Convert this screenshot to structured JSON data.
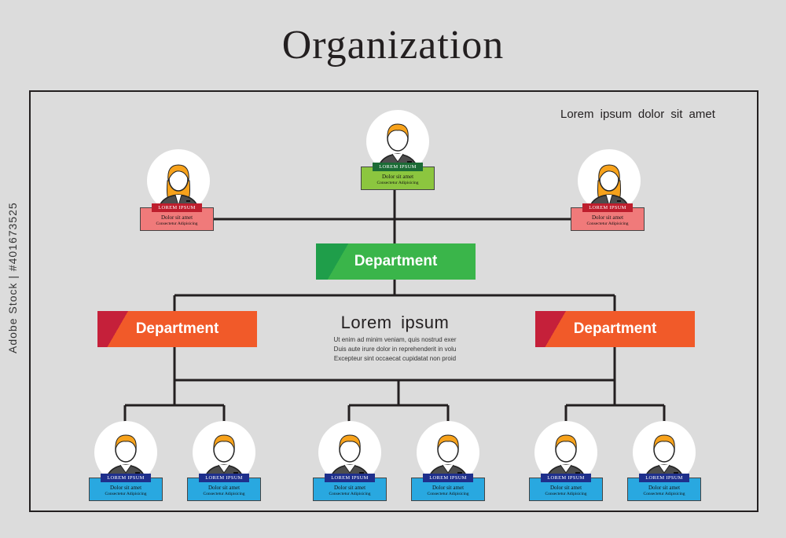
{
  "title": "Organization",
  "corner_text": "Lorem ipsum dolor sit amet",
  "card": {
    "tag": "LOREM IPSUM",
    "line1": "Dolor sit amet",
    "line2": "Consectetur Adipisicing"
  },
  "departments": {
    "center": "Department",
    "left": "Department",
    "right": "Department"
  },
  "lorem": {
    "heading": "Lorem ipsum",
    "lines": [
      "Ut enim ad minim veniam, quis nostrud exer",
      "Duis aute irure dolor in reprehenderit in volu",
      "Excepteur sint occaecat cupidatat non proid"
    ]
  },
  "stock_id": "Adobe Stock | #401673525",
  "colors": {
    "green_card": "#8cc63f",
    "red_card": "#f07a7a",
    "blue_card": "#29a8e0",
    "green_dept": "#3ab54a",
    "orange_dept": "#f15a29"
  }
}
